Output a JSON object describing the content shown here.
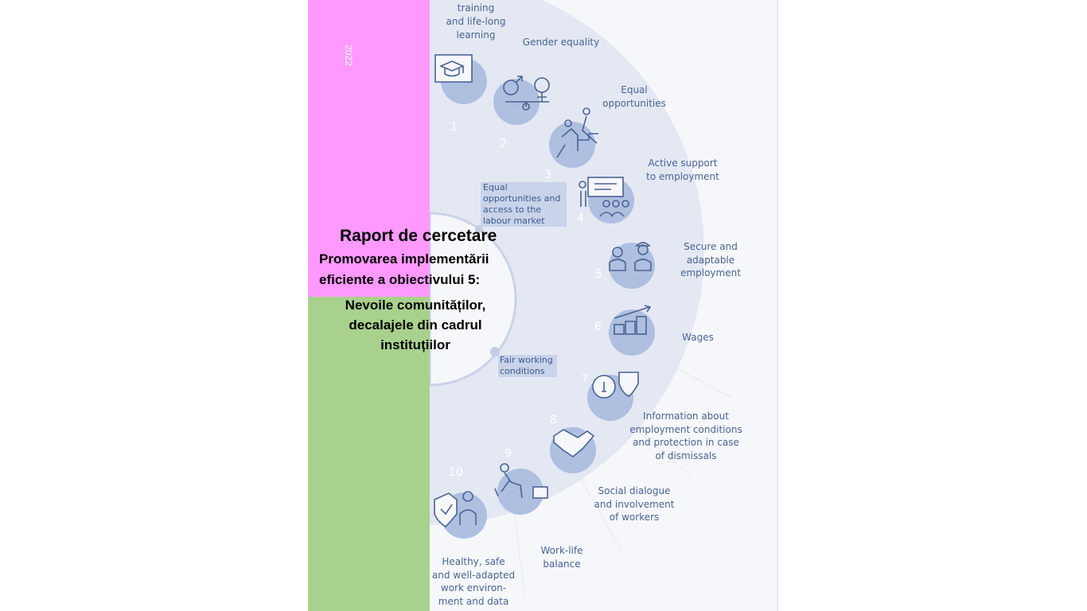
{
  "colors": {
    "pink": "#ff99ff",
    "green": "#a9d18e",
    "circle": "#aebfe0",
    "label": "#4a6491",
    "hub": "#e3e8f3"
  },
  "year": "2022",
  "title": {
    "main": "Raport de cercetare",
    "subtitle_line1": "Promovarea implementării",
    "subtitle_line2": "eficiente a obiectivului 5:",
    "subtitle2_line1": "Nevoile comunităților,",
    "subtitle2_line2": "decalajele din cadrul",
    "subtitle2_line3": "instituțiilor"
  },
  "infographic": {
    "groups": [
      {
        "lines": [
          "Equal",
          "opportunities and",
          "access to the",
          "labour market"
        ]
      },
      {
        "lines": [
          "Fair working",
          "conditions"
        ]
      }
    ],
    "items": [
      {
        "number": "1",
        "icon": "graduation-cap-icon",
        "label_lines": [
          "training",
          "and life-long",
          "learning"
        ]
      },
      {
        "number": "2",
        "icon": "gender-symbols-icon",
        "label_lines": [
          "Gender equality"
        ]
      },
      {
        "number": "3",
        "icon": "helping-climb-icon",
        "label_lines": [
          "Equal",
          "opportunities"
        ]
      },
      {
        "number": "4",
        "icon": "presentation-group-icon",
        "label_lines": [
          "Active support",
          "to employment"
        ]
      },
      {
        "number": "5",
        "icon": "workers-icon",
        "label_lines": [
          "Secure and",
          "adaptable",
          "employment"
        ]
      },
      {
        "number": "6",
        "icon": "coins-growth-icon",
        "label_lines": [
          "Wages"
        ]
      },
      {
        "number": "7",
        "icon": "info-shield-icon",
        "label_lines": [
          "Information about",
          "employment conditions",
          "and protection in case",
          "of dismissals"
        ]
      },
      {
        "number": "8",
        "icon": "handshake-icon",
        "label_lines": [
          "Social dialogue",
          "and involvement",
          "of workers"
        ]
      },
      {
        "number": "9",
        "icon": "parent-briefcase-icon",
        "label_lines": [
          "Work-life",
          "balance"
        ]
      },
      {
        "number": "10",
        "icon": "helmet-shield-icon",
        "label_lines": [
          "Healthy, safe",
          "and well-adapted",
          "work environ-",
          "ment and data"
        ]
      }
    ]
  }
}
